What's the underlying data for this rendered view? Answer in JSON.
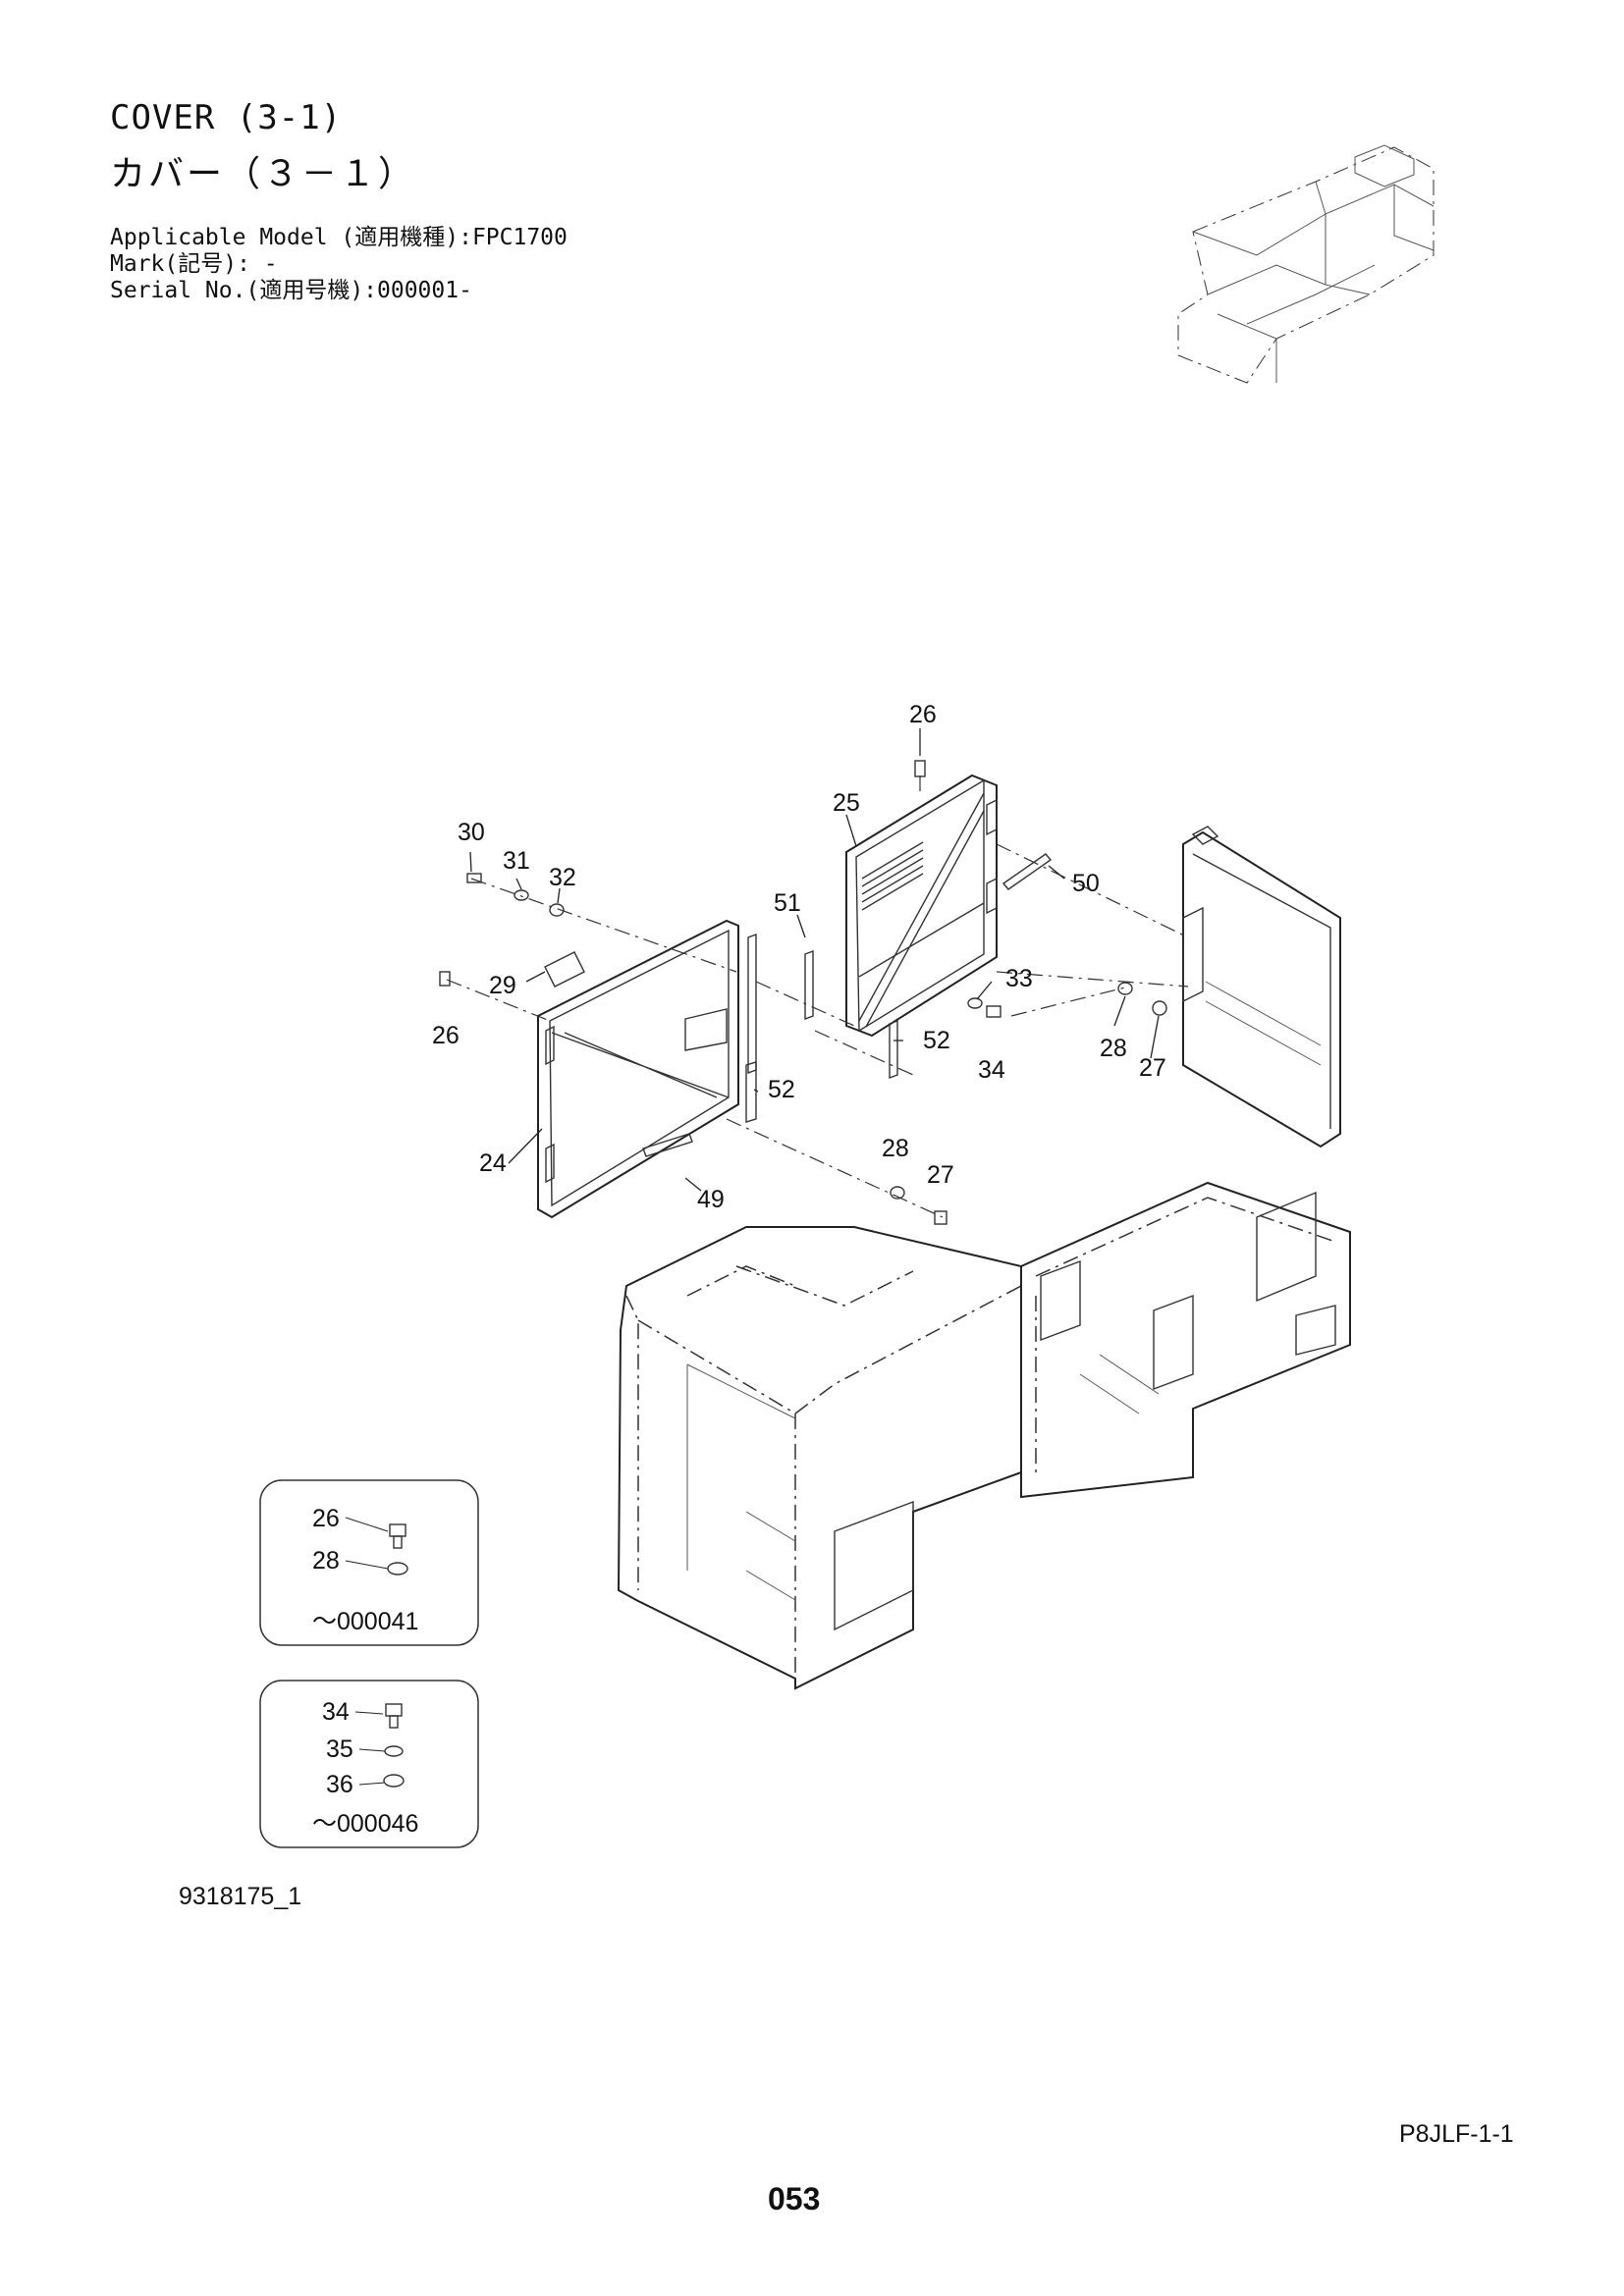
{
  "header": {
    "title_en": "COVER (3-1)",
    "title_jp": "カバー（３－１）",
    "applicable_model": "Applicable Model (適用機種):FPC1700",
    "mark": "Mark(記号): -",
    "serial_no": "Serial No.(適用号機):000001-"
  },
  "callouts": {
    "c26_top": "26",
    "c25": "25",
    "c30": "30",
    "c31": "31",
    "c32": "32",
    "c51": "51",
    "c50": "50",
    "c33": "33",
    "c29": "29",
    "c26_left": "26",
    "c52_mid": "52",
    "c52_low": "52",
    "c34": "34",
    "c28_right": "28",
    "c27_right": "27",
    "c24": "24",
    "c49": "49",
    "c28_mid": "28",
    "c27_mid": "27"
  },
  "insets": [
    {
      "parts": [
        "26",
        "28"
      ],
      "range": "～000041"
    },
    {
      "parts": [
        "34",
        "35",
        "36"
      ],
      "range": "～000046"
    }
  ],
  "footer": {
    "doc_id": "9318175_1",
    "page_code": "P8JLF-1-1",
    "page_number": "053"
  }
}
